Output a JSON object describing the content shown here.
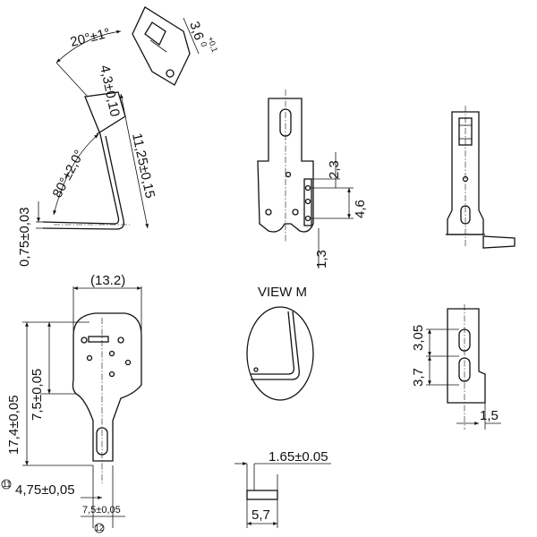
{
  "dimensions": {
    "bend_angle_top": "20°±1°",
    "tab_width_top": "3,6",
    "tab_width_top_tol_upper": "+0,1",
    "tab_width_top_tol_lower": "0",
    "thickness_side": "4,3±0,10",
    "height_side": "11,25±0,15",
    "bend_angle_side": "80°±2,0°",
    "thickness": "0,75±0,03",
    "hole_spacing_a": "2,3",
    "hole_spacing_b": "4,6",
    "hole_offset": "1,3",
    "overall_width": "(13.2)",
    "overall_height": "17,4±0,05",
    "inner_height": "7,5±0,05",
    "tab_offset": "4,75±0,05",
    "bottom_width": "7,5±0,05",
    "right_upper": "3,05",
    "right_lower": "3,7",
    "right_offset": "1,5",
    "slot_width": "1.65±0.05",
    "base_width": "5,7"
  },
  "labels": {
    "view_m": "VIEW  M",
    "callout_11": "11",
    "callout_12": "12"
  }
}
